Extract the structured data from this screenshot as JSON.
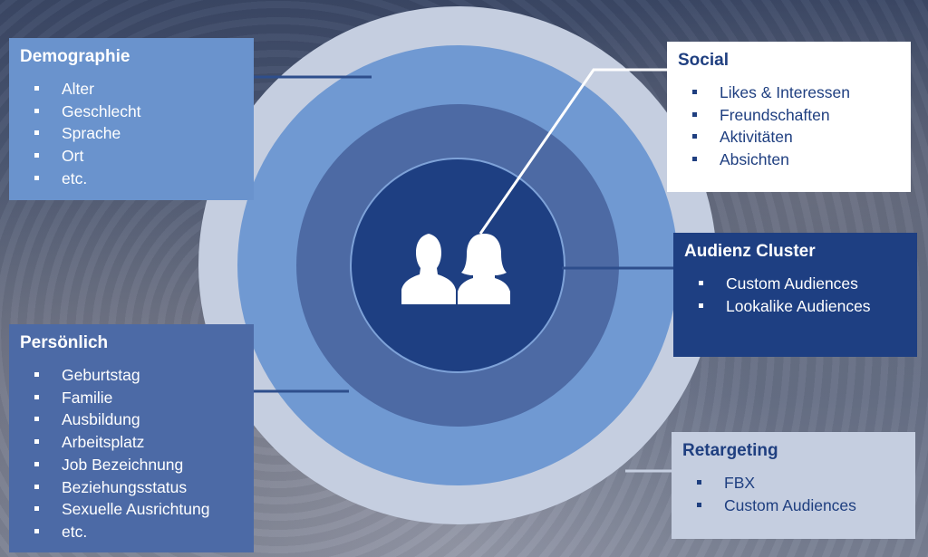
{
  "boxes": {
    "demographie": {
      "title": "Demographie",
      "items": [
        "Alter",
        "Geschlecht",
        "Sprache",
        "Ort",
        "etc."
      ]
    },
    "persoenlich": {
      "title": "Persönlich",
      "items": [
        "Geburtstag",
        "Familie",
        "Ausbildung",
        "Arbeitsplatz",
        "Job Bezeichnung",
        "Beziehungsstatus",
        "Sexuelle Ausrichtung",
        "etc."
      ]
    },
    "social": {
      "title": "Social",
      "items": [
        "Likes & Interessen",
        "Freundschaften",
        "Aktivitäten",
        "Absichten"
      ]
    },
    "audienz": {
      "title": "Audienz Cluster",
      "items": [
        "Custom Audiences",
        "Lookalike Audiences"
      ]
    },
    "retargeting": {
      "title": "Retargeting",
      "items": [
        "FBX",
        "Custom Audiences"
      ]
    }
  },
  "center_icon": "users-icon",
  "colors": {
    "ring_outer": "#c5cee0",
    "ring_2": "#7099d2",
    "ring_3": "#4d6aa4",
    "ring_inner": "#1e3f82",
    "box_demographie": "#6a93cd",
    "box_persoenlich": "#4c6aa6",
    "box_social": "#ffffff",
    "box_audienz": "#1e3f82",
    "box_retargeting": "#c5cee0"
  }
}
